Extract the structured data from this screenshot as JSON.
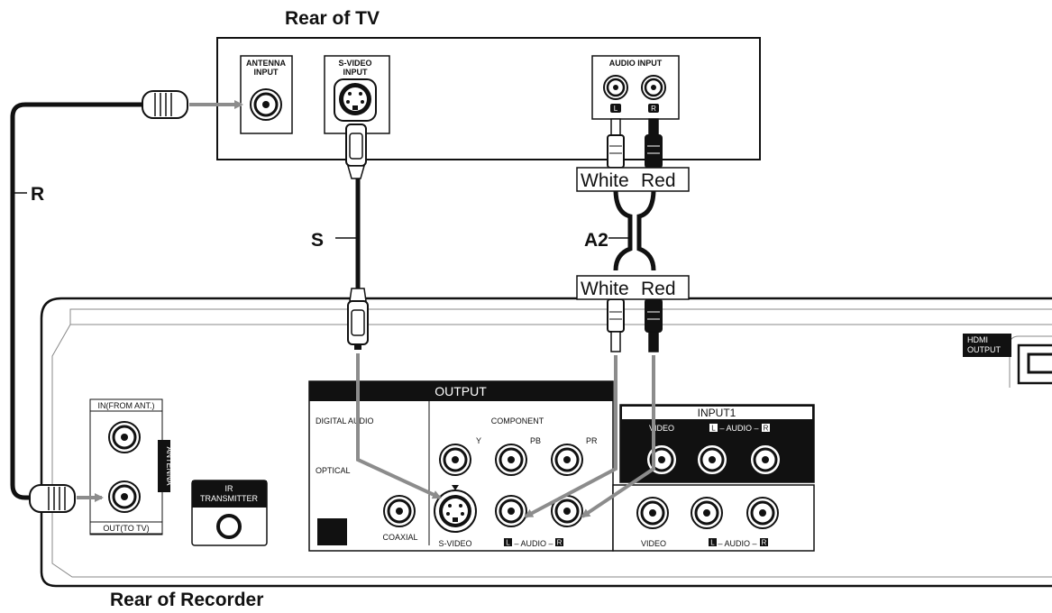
{
  "titles": {
    "tv": "Rear of TV",
    "recorder": "Rear of Recorder"
  },
  "cable_labels": {
    "r": "R",
    "s": "S",
    "a2": "A2"
  },
  "color_labels": {
    "top": {
      "white": "White",
      "red": "Red"
    },
    "bottom": {
      "white": "White",
      "red": "Red"
    }
  },
  "tv": {
    "antenna_input_line1": "ANTENNA",
    "antenna_input_line2": "INPUT",
    "svideo_input_line1": "S-VIDEO",
    "svideo_input_line2": "INPUT",
    "audio_input": "AUDIO INPUT",
    "audio_l": "L",
    "audio_r": "R"
  },
  "recorder": {
    "antenna_in": "IN(FROM ANT.)",
    "antenna_out": "OUT(TO TV)",
    "antenna": "ANTENNA",
    "ir_line1": "IR",
    "ir_line2": "TRANSMITTER",
    "output": "OUTPUT",
    "digital_audio": "DIGITAL AUDIO",
    "optical": "OPTICAL",
    "coaxial": "COAXIAL",
    "component": "COMPONENT",
    "comp_y": "Y",
    "comp_pb": "PB",
    "comp_pr": "PR",
    "svideo": "S-VIDEO",
    "audio_l": "L",
    "audio_word": "– AUDIO –",
    "audio_r": "R",
    "input1": "INPUT1",
    "video": "VIDEO",
    "hdmi_line1": "HDMI",
    "hdmi_line2": "OUTPUT"
  }
}
